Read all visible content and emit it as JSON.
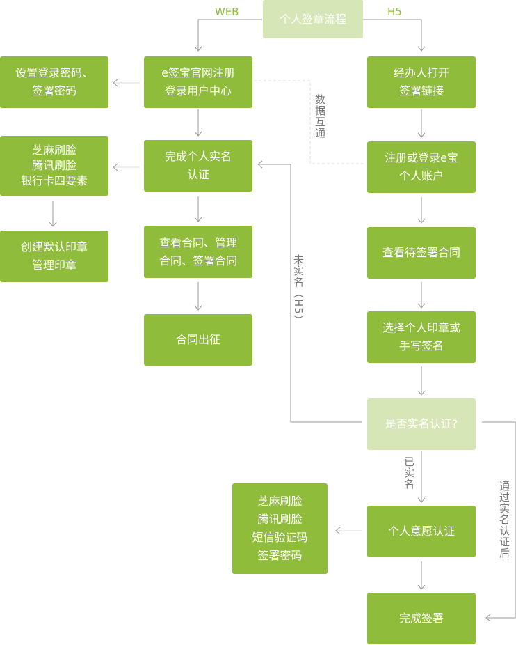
{
  "title": "个人签章流程",
  "branch_labels": {
    "web": "WEB",
    "h5": "H5"
  },
  "colors": {
    "box": "#8fbc3a",
    "box_light": "#d7e6b6",
    "line": "#999999",
    "label": "#777777"
  },
  "web_flow": [
    "e签宝官网注册\n登录用户中心",
    "完成个人实名\n认证",
    "查看合同、管理\n合同、签署合同",
    "合同出征"
  ],
  "web_side": [
    "设置登录密码、\n签署密码",
    "芝麻刷脸\n腾讯刷脸\n银行卡四要素",
    "创建默认印章\n管理印章"
  ],
  "h5_flow": [
    "经办人打开\n签署链接",
    "注册或登录e宝\n个人账户",
    "查看待签署合同",
    "选择个人印章或\n手写签名",
    "是否实名认证?",
    "个人意愿认证",
    "完成签署"
  ],
  "h5_side": "芝麻刷脸\n腾讯刷脸\n短信验证码\n签署密码",
  "edge_labels": {
    "data_sync": "数据互通",
    "not_verified": "未实名（H5）",
    "verified": "已实名",
    "after_verification": "通过实名认证后"
  }
}
